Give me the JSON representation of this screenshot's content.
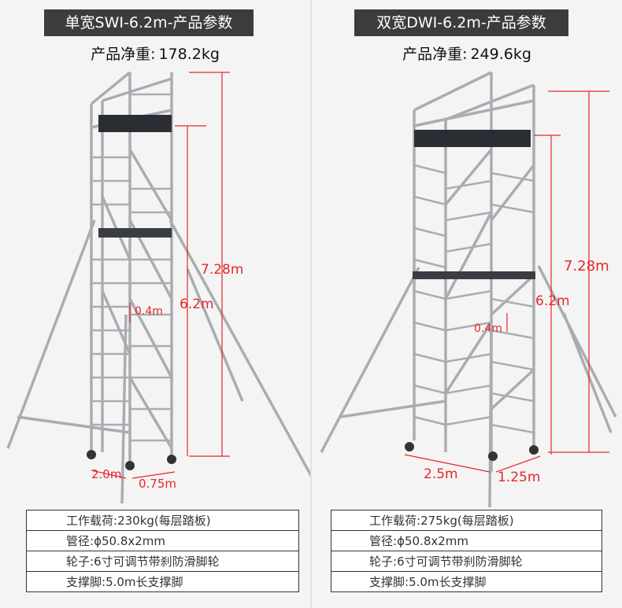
{
  "colors": {
    "dimension": "#e8272b",
    "title_bg": "#3c3c3c",
    "background": "#f4f4f4"
  },
  "panels": [
    {
      "title": "单宽SWI-6.2m-产品参数",
      "weight_label": "产品净重:",
      "weight_value": "178.2kg",
      "dims": {
        "total_height": "7.28m",
        "platform_height": "6.2m",
        "rung_spacing": "0.4m",
        "length": "2.0m",
        "width": "0.75m"
      },
      "specs": [
        {
          "label": "工作载荷:",
          "value": "230kg(每层踏板)"
        },
        {
          "label": "管径:",
          "value": "ϕ50.8x2mm"
        },
        {
          "label": "轮子:",
          "value": "6寸可调节带刹防滑脚轮"
        },
        {
          "label": "支撑脚:",
          "value": "5.0m长支撑脚"
        }
      ]
    },
    {
      "title": "双宽DWI-6.2m-产品参数",
      "weight_label": "产品净重:",
      "weight_value": "249.6kg",
      "dims": {
        "total_height": "7.28m",
        "platform_height": "6.2m",
        "rung_spacing": "0.4m",
        "length": "2.5m",
        "width": "1.25m"
      },
      "specs": [
        {
          "label": "工作载荷:",
          "value": "275kg(每层踏板)"
        },
        {
          "label": "管径:",
          "value": "ϕ50.8x2mm"
        },
        {
          "label": "轮子:",
          "value": "6寸可调节带刹防滑脚轮"
        },
        {
          "label": "支撑脚:",
          "value": "5.0m长支撑脚"
        }
      ]
    }
  ]
}
